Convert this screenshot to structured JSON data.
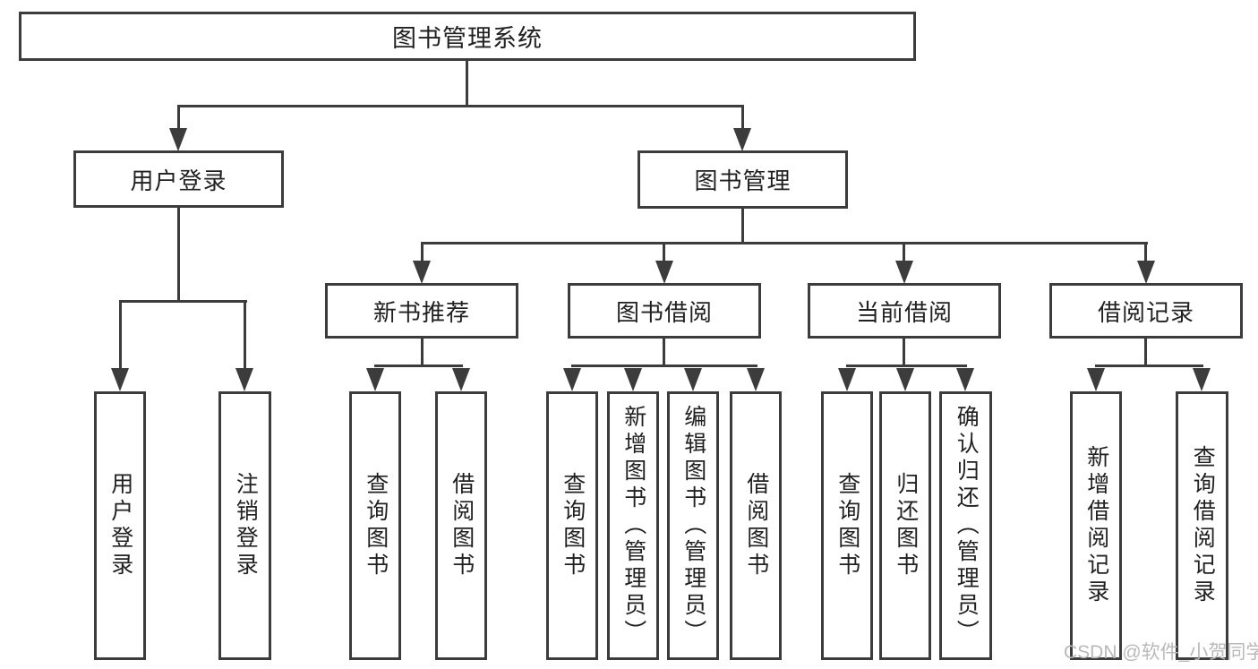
{
  "diagram": {
    "root": {
      "label": "图书管理系统"
    },
    "level2": [
      {
        "label": "用户登录"
      },
      {
        "label": "图书管理"
      }
    ],
    "level3": [
      {
        "label": "新书推荐",
        "parent": "图书管理"
      },
      {
        "label": "图书借阅",
        "parent": "图书管理"
      },
      {
        "label": "当前借阅",
        "parent": "图书管理"
      },
      {
        "label": "借阅记录",
        "parent": "图书管理"
      }
    ],
    "leaves": [
      {
        "label": "用户登录",
        "parent": "用户登录"
      },
      {
        "label": "注销登录",
        "parent": "用户登录"
      },
      {
        "label": "查询图书",
        "parent": "新书推荐"
      },
      {
        "label": "借阅图书",
        "parent": "新书推荐"
      },
      {
        "label": "查询图书",
        "parent": "图书借阅"
      },
      {
        "label": "新增图书（管理员）",
        "parent": "图书借阅"
      },
      {
        "label": "编辑图书（管理员）",
        "parent": "图书借阅"
      },
      {
        "label": "借阅图书",
        "parent": "图书借阅"
      },
      {
        "label": "查询图书",
        "parent": "当前借阅"
      },
      {
        "label": "归还图书",
        "parent": "当前借阅"
      },
      {
        "label": "确认归还（管理员）",
        "parent": "当前借阅"
      },
      {
        "label": "新增借阅记录",
        "parent": "借阅记录"
      },
      {
        "label": "查询借阅记录",
        "parent": "借阅记录"
      }
    ]
  },
  "watermark": {
    "text": "CSDN @软件_小贺同学"
  },
  "colors": {
    "line": "#3c3c3c",
    "text": "#212121",
    "watermark_color": "#b9b9b9",
    "background": "#ffffff"
  }
}
